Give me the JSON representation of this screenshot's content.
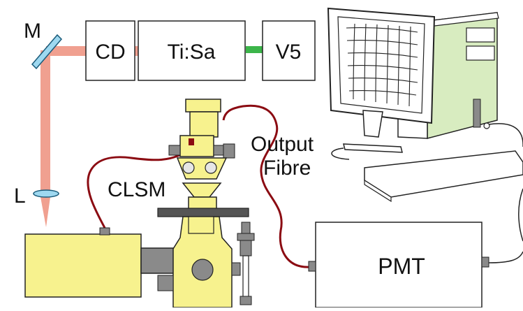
{
  "labels": {
    "mirror": "M",
    "lens": "L",
    "cd": "CD",
    "tisa": "Ti:Sa",
    "v5": "V5",
    "clsm": "CLSM",
    "output_line1": "Output",
    "output_line2": "Fibre",
    "pmt": "PMT"
  },
  "colors": {
    "beam": "#f0a090",
    "pump_beam": "#3cb54a",
    "fibre": "#8b0b12",
    "microscope_body": "#f7f28e",
    "stage": "#555555",
    "knob": "#8a8a8a",
    "monitor_tint": "#d8ecc0",
    "outline": "#222222"
  },
  "icons": {
    "mirror": "mirror-icon",
    "lens": "lens-icon",
    "computer": "computer-icon",
    "microscope": "microscope-icon",
    "laser_head": "laser-head-icon"
  }
}
